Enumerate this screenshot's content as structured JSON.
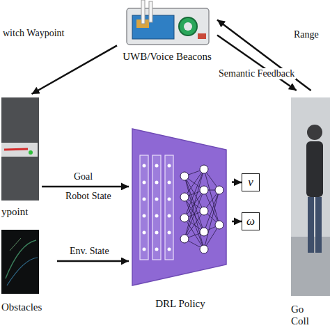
{
  "diagram": {
    "nodes": [
      {
        "text": [
          "UWB/Voice Beacons"
        ]
      },
      {
        "text": [
          "ypoint"
        ]
      },
      {
        "text": [
          "Obstacles"
        ]
      },
      {
        "text": [
          "DRL Policy"
        ]
      },
      {
        "text": [
          "v"
        ]
      },
      {
        "text": [
          "ω"
        ]
      },
      {
        "text": [
          "Go Coll"
        ]
      }
    ],
    "edges": [
      {
        "from": 0,
        "to": 1,
        "arrow": "to",
        "label": "witch Waypoint"
      },
      {
        "from": 1,
        "to": 3,
        "arrow": "to",
        "label": "Goal"
      },
      {
        "from": 2,
        "to": 3,
        "arrow": "to",
        "label": "Env. State"
      },
      {
        "from": 3,
        "to": 4,
        "arrow": "to"
      },
      {
        "from": 3,
        "to": 5,
        "arrow": "to"
      },
      {
        "from": 6,
        "to": 0,
        "arrow": "to",
        "label": "Range"
      },
      {
        "from": 0,
        "to": 6,
        "arrow": "to",
        "label": "Semantic Feedback"
      }
    ],
    "labels": [
      "Robot State"
    ]
  }
}
